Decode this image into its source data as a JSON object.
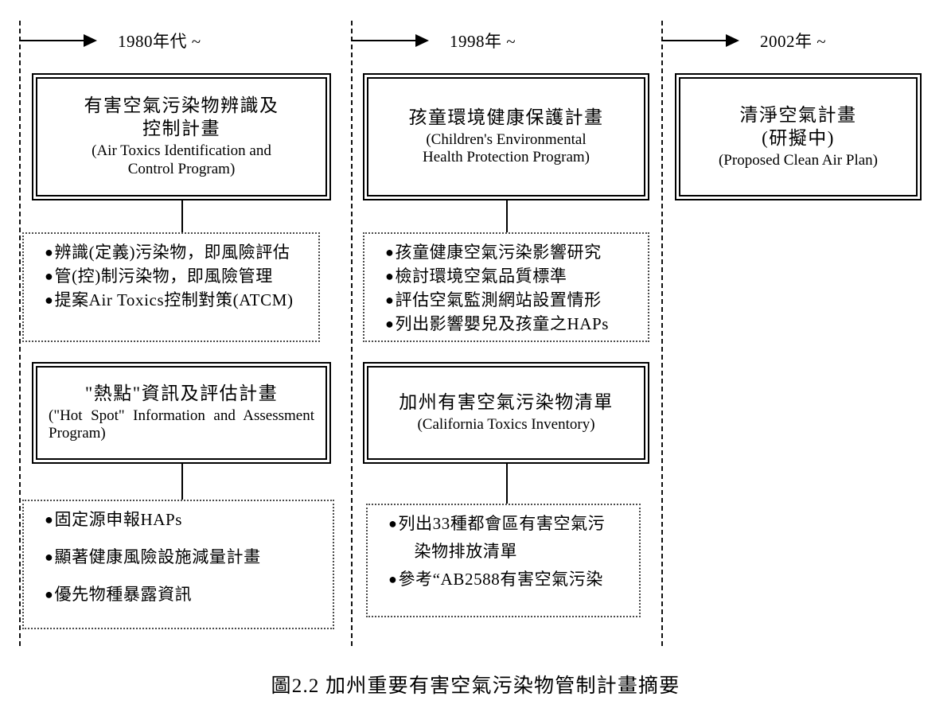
{
  "figure": {
    "caption": "圖2.2  加州重要有害空氣污染物管制計畫摘要"
  },
  "columns": [
    {
      "year_label": "1980年代 ~",
      "arrow_icon": "right-arrow-icon",
      "programs": [
        {
          "title_cn": "有害空氣污染物辨識及\n控制計畫",
          "title_en": "(Air Toxics Identification and\nControl Program)",
          "bullets": [
            "辨識(定義)污染物，即風險評估",
            "管(控)制污染物，即風險管理",
            "提案Air Toxics控制對策(ATCM)"
          ]
        },
        {
          "title_cn": "\"熱點\"資訊及評估計畫",
          "title_en": "(\"Hot Spot\" Information and Assessment Program)",
          "bullets": [
            "固定源申報HAPs",
            "顯著健康風險設施減量計畫",
            "優先物種暴露資訊"
          ]
        }
      ]
    },
    {
      "year_label": "1998年 ~",
      "arrow_icon": "right-arrow-icon",
      "programs": [
        {
          "title_cn": "孩童環境健康保護計畫",
          "title_en": "(Children's Environmental\nHealth Protection Program)",
          "bullets": [
            "孩童健康空氣污染影響研究",
            "檢討環境空氣品質標準",
            "評估空氣監測網站設置情形",
            "列出影響嬰兒及孩童之HAPs"
          ]
        },
        {
          "title_cn": "加州有害空氣污染物清單",
          "title_en": "(California Toxics Inventory)",
          "bullets": [
            "列出33種都會區有害空氣污",
            "染物排放清單",
            "參考“AB2588有害空氣污染"
          ]
        }
      ]
    },
    {
      "year_label": "2002年 ~",
      "arrow_icon": "right-arrow-icon",
      "programs": [
        {
          "title_cn": "清淨空氣計畫\n(研擬中)",
          "title_en": "(Proposed Clean Air Plan)",
          "bullets": []
        }
      ]
    }
  ],
  "colors": {
    "ink": "#000000",
    "panel_border": "#4a4a4a",
    "background": "#ffffff"
  }
}
